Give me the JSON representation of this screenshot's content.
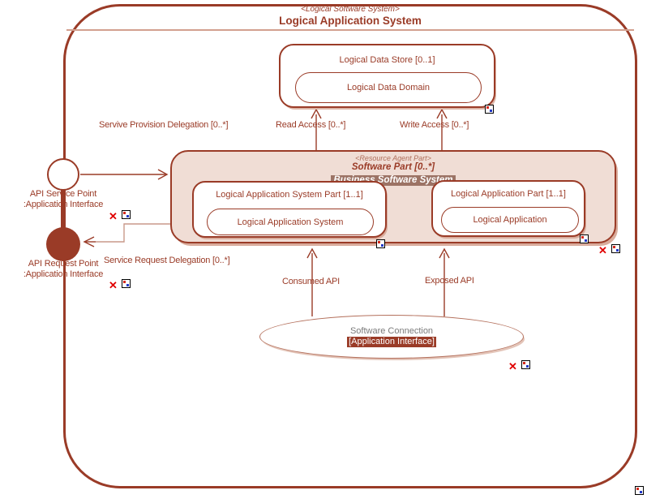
{
  "system": {
    "stereotype": "<Logical Software System>",
    "name": "Logical Application System"
  },
  "data_store": {
    "name": "Logical Data Store [0..1]",
    "domain": "Logical Data Domain"
  },
  "software_part": {
    "stereotype": "<Resource Agent Part>",
    "name": "Software Part [0..*]",
    "instance": "Business Software System"
  },
  "app_system_part": {
    "name": "Logical Application System Part [1..1]",
    "inner": "Logical Application System"
  },
  "app_part": {
    "name": "Logical Application Part [1..1]",
    "inner": "Logical Application"
  },
  "software_connection": {
    "name": "Software Connection",
    "interface": "[Application Interface]"
  },
  "ports": {
    "service": {
      "name": "API Service Point",
      "type": ":Application Interface"
    },
    "request": {
      "name": "API Request Point",
      "type": ":Application Interface"
    }
  },
  "links": {
    "provision": "Servive Provision Delegation [0..*]",
    "request": "Service Request Delegation [0..*]",
    "read": "Read Access [0..*]",
    "write": "Write Access [0..*]",
    "consumed": "Consumed API",
    "exposed": "Exposed API"
  },
  "icons": {
    "error_cross": "✕"
  },
  "colors": {
    "accent": "#9A3B27",
    "part_fill": "#F0DDD5",
    "light_line": "#D2A08F",
    "selection_bg": "#9C7365",
    "gray_text": "#7A7A7A",
    "error": "#E00000"
  }
}
